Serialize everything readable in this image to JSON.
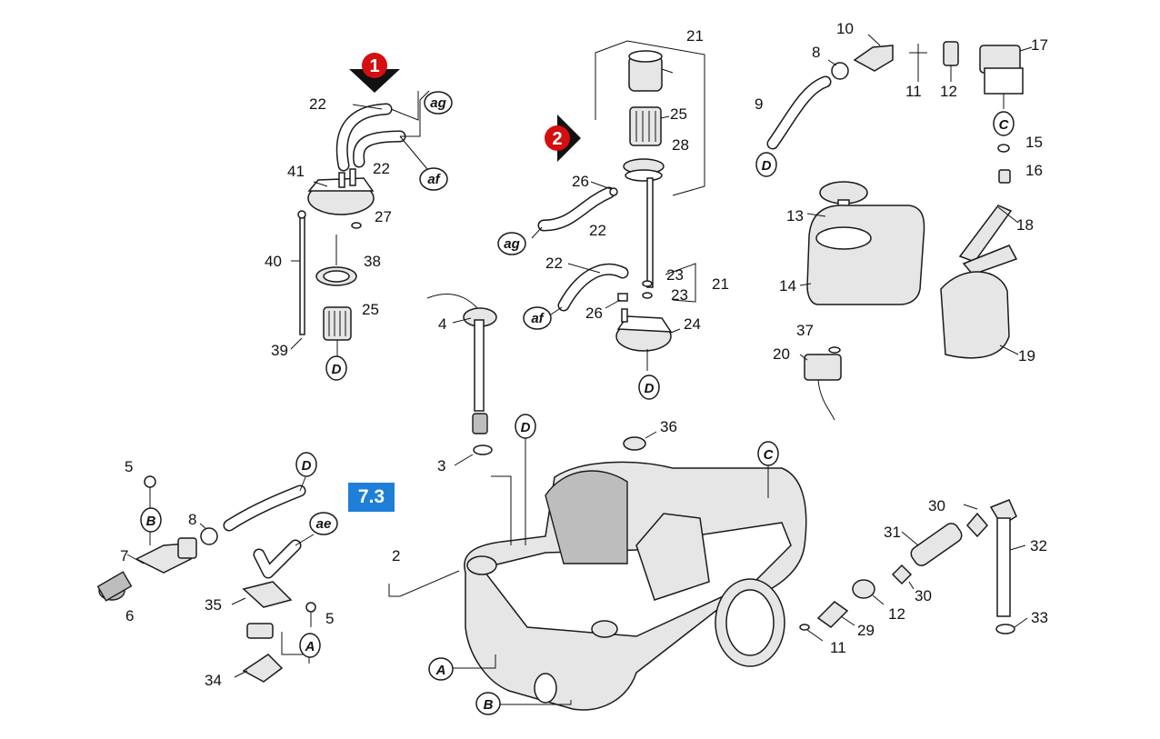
{
  "section_badge": "7.3",
  "markers": [
    "1",
    "2"
  ],
  "refs": [
    "ag",
    "af",
    "ag",
    "af",
    "D",
    "D",
    "D",
    "D",
    "D",
    "C",
    "C",
    "B",
    "A",
    "A",
    "B",
    "ae"
  ],
  "labels": [
    "1",
    "2",
    "3",
    "4",
    "5",
    "5",
    "6",
    "7",
    "8",
    "8",
    "9",
    "10",
    "11",
    "11",
    "12",
    "12",
    "13",
    "14",
    "15",
    "16",
    "17",
    "18",
    "19",
    "20",
    "21",
    "21",
    "22",
    "22",
    "22",
    "22",
    "23",
    "23",
    "24",
    "25",
    "25",
    "26",
    "26",
    "27",
    "28",
    "29",
    "30",
    "30",
    "31",
    "32",
    "33",
    "34",
    "35",
    "36",
    "37",
    "38",
    "39",
    "40",
    "41"
  ],
  "colors": {
    "badge": "#1e7fd8",
    "marker": "#d40f0f"
  }
}
